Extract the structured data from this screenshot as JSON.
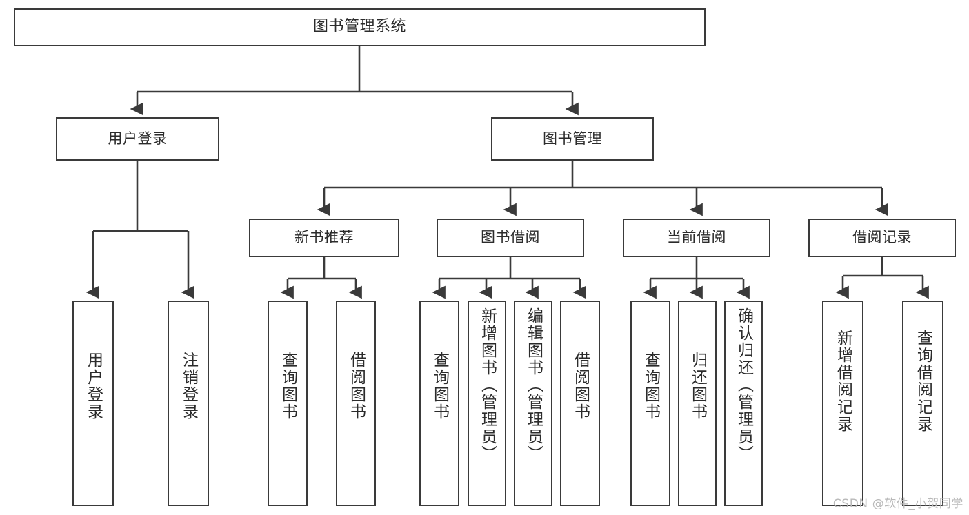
{
  "diagram": {
    "title": "图书管理系统",
    "type": "tree-hierarchy-diagram",
    "watermark": "CSDN @软件_小贺同学",
    "style": {
      "box_border_color": "#3a3a3a",
      "box_fill_color": "#ffffff",
      "edge_color": "#3a3a3a",
      "text_color": "#2b2b2b",
      "background": "#ffffff",
      "watermark_color": "#b9b9b9"
    },
    "nodes": {
      "root": {
        "label": "图书管理系统"
      },
      "level1": [
        {
          "id": "user-login",
          "label": "用户登录"
        },
        {
          "id": "book-management",
          "label": "图书管理"
        }
      ],
      "level2": [
        {
          "id": "new-book-recommend",
          "label": "新书推荐"
        },
        {
          "id": "book-borrow",
          "label": "图书借阅"
        },
        {
          "id": "current-borrow",
          "label": "当前借阅"
        },
        {
          "id": "borrow-record",
          "label": "借阅记录"
        }
      ],
      "leaves": {
        "user_login": [
          {
            "id": "leaf-user-login",
            "label": "用户登录"
          },
          {
            "id": "leaf-user-logout",
            "label": "注销登录"
          }
        ],
        "new_book_recommend": [
          {
            "id": "leaf-query-book-1",
            "label": "查询图书"
          },
          {
            "id": "leaf-borrow-book-1",
            "label": "借阅图书"
          }
        ],
        "book_borrow": [
          {
            "id": "leaf-query-book-2",
            "label": "查询图书"
          },
          {
            "id": "leaf-add-book",
            "label": "新增图书（管理员）"
          },
          {
            "id": "leaf-edit-book",
            "label": "编辑图书（管理员）"
          },
          {
            "id": "leaf-borrow-book-2",
            "label": "借阅图书"
          }
        ],
        "current_borrow": [
          {
            "id": "leaf-query-book-3",
            "label": "查询图书"
          },
          {
            "id": "leaf-return-book",
            "label": "归还图书"
          },
          {
            "id": "leaf-confirm-return",
            "label": "确认归还（管理员）"
          }
        ],
        "borrow_record": [
          {
            "id": "leaf-add-record",
            "label": "新增借阅记录"
          },
          {
            "id": "leaf-query-record",
            "label": "查询借阅记录"
          }
        ]
      }
    }
  }
}
